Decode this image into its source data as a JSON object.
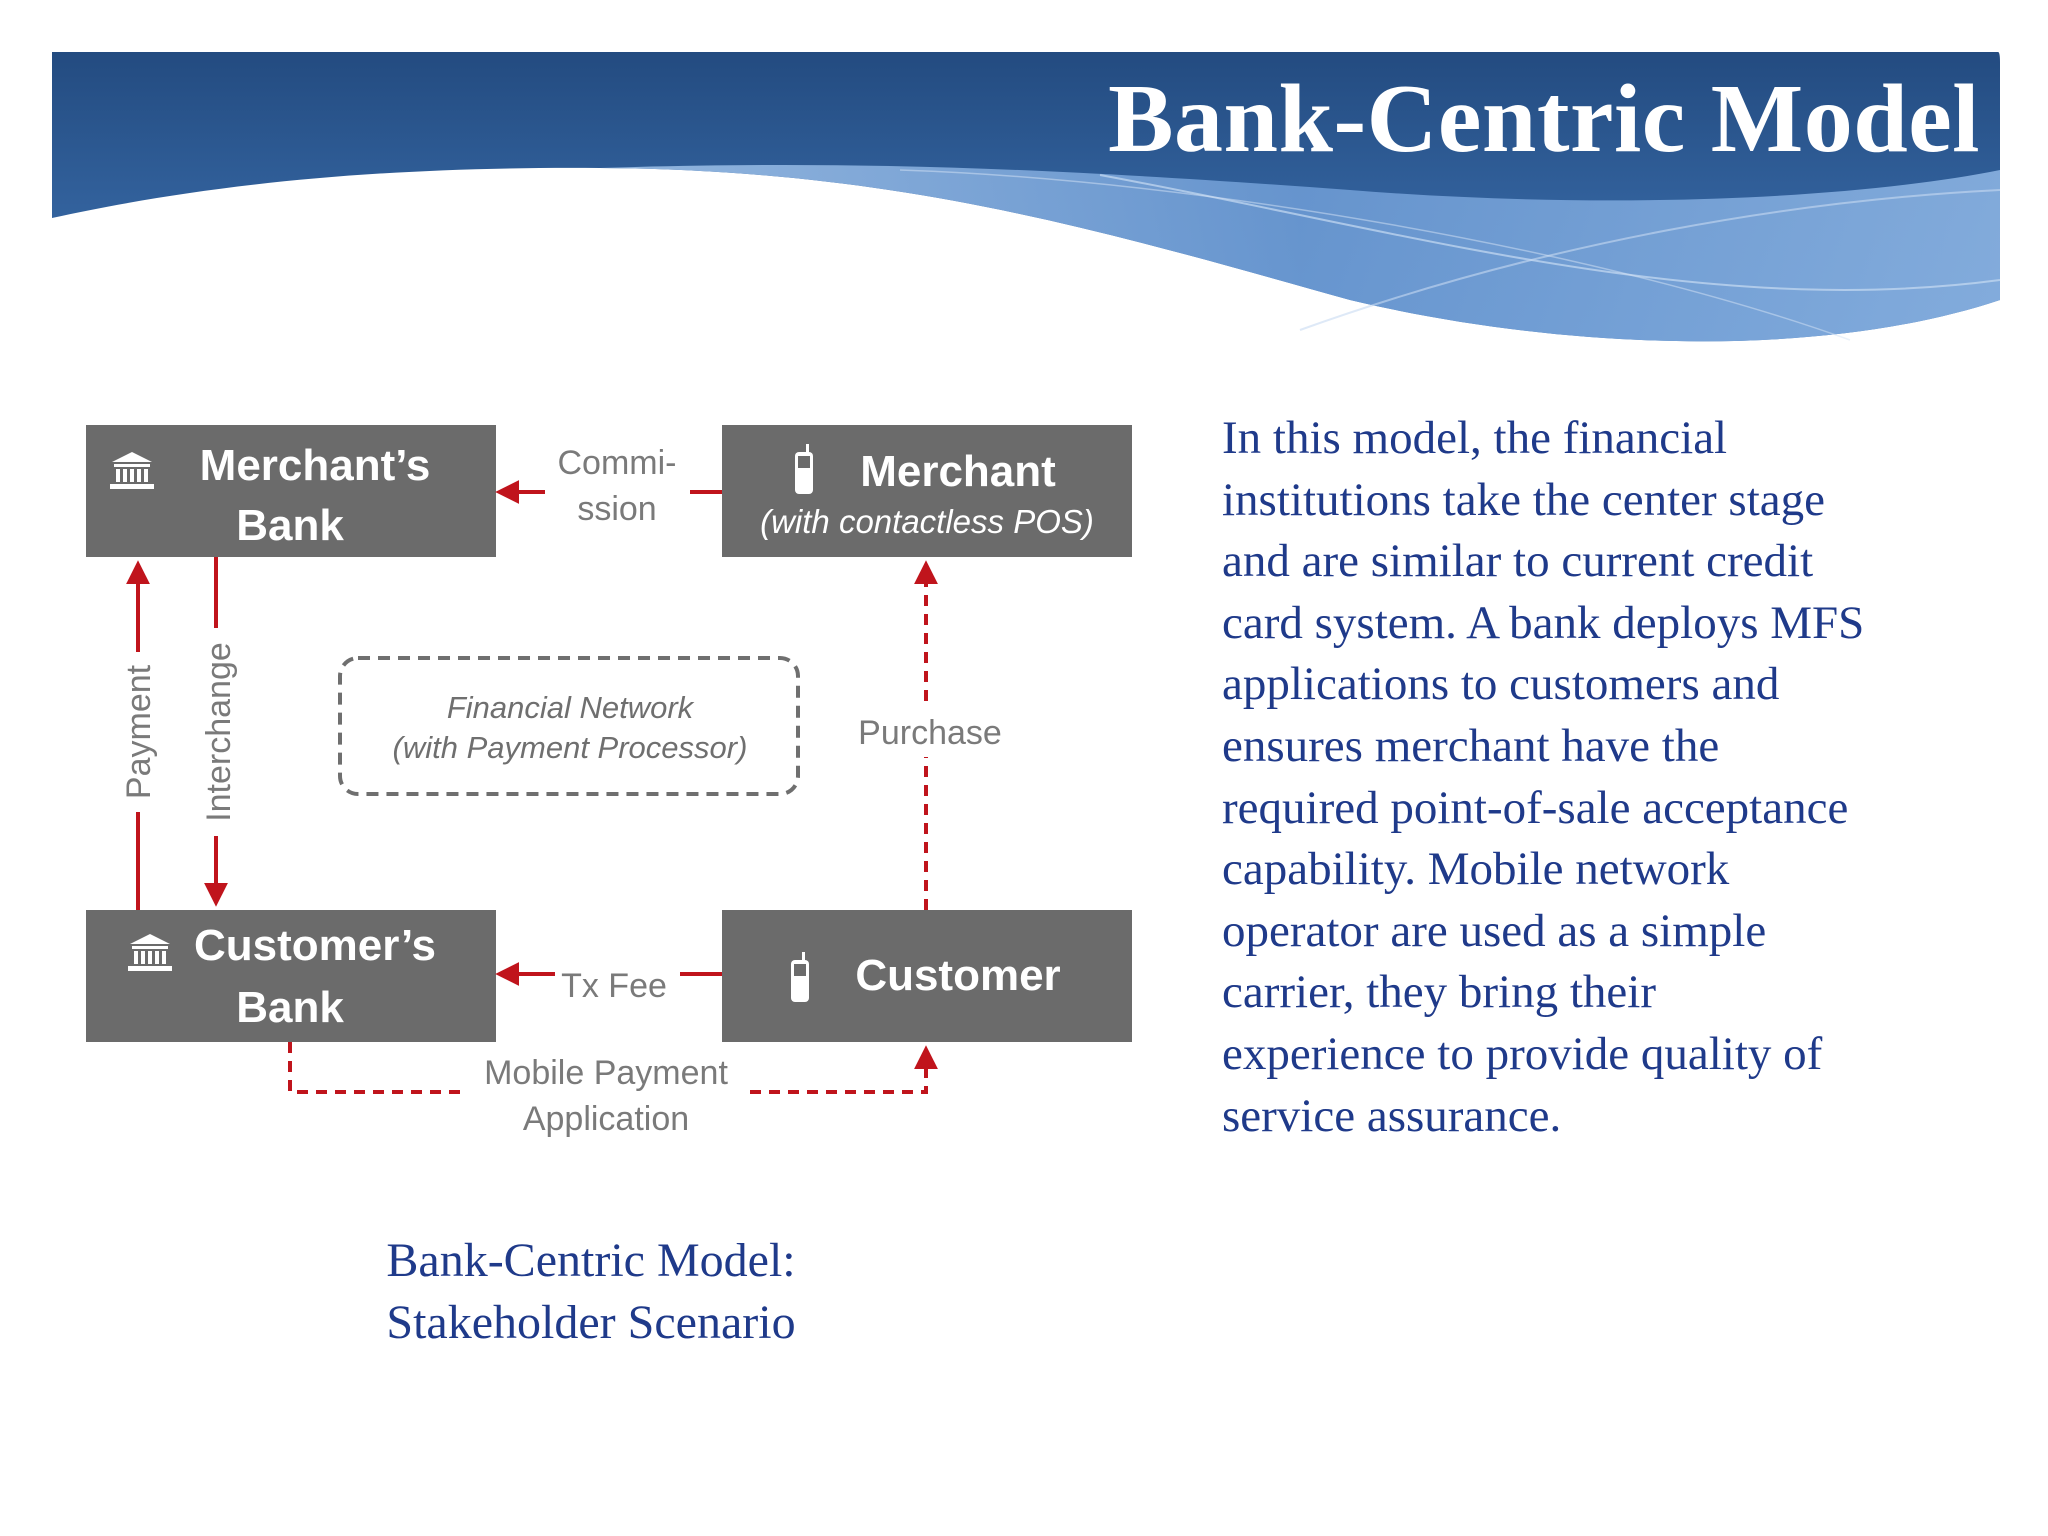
{
  "slide": {
    "title": "Bank-Centric Model",
    "body_lines": [
      "In this model, the financial",
      "institutions take the center stage",
      "and are similar to current credit",
      "card system. A bank deploys MFS",
      "applications to customers and",
      "ensures merchant  have the",
      "required point-of-sale acceptance",
      "capability. Mobile network",
      "operator are used as a simple",
      "carrier, they bring their",
      "experience to provide quality of",
      "service assurance."
    ],
    "caption_lines": [
      "Bank-Centric Model:",
      "Stakeholder Scenario"
    ]
  },
  "diagram": {
    "merchants_bank": {
      "line1": "Merchant’s",
      "line2": "Bank",
      "icon": "bank-icon"
    },
    "merchant": {
      "title": "Merchant",
      "subtitle": "(with contactless POS)",
      "icon": "mobile-phone-icon"
    },
    "customers_bank": {
      "line1": "Customer’s",
      "line2": "Bank",
      "icon": "bank-icon"
    },
    "customer": {
      "title": "Customer",
      "icon": "mobile-phone-icon"
    },
    "network": {
      "line1": "Financial Network",
      "line2": "(with Payment Processor)"
    },
    "labels": {
      "commission_1": "Commi-",
      "commission_2": "ssion",
      "purchase": "Purchase",
      "payment": "Payment",
      "interchange": "Interchange",
      "tx_fee": "Tx Fee",
      "mobile_payment_1": "Mobile Payment",
      "mobile_payment_2": "Application"
    }
  },
  "colors": {
    "header_dark": "#2a5a95",
    "header_light": "#8fb5e0",
    "box_fill": "#6b6b6b",
    "arrow_red": "#c0141c",
    "text_blue": "#1f3a8a"
  }
}
